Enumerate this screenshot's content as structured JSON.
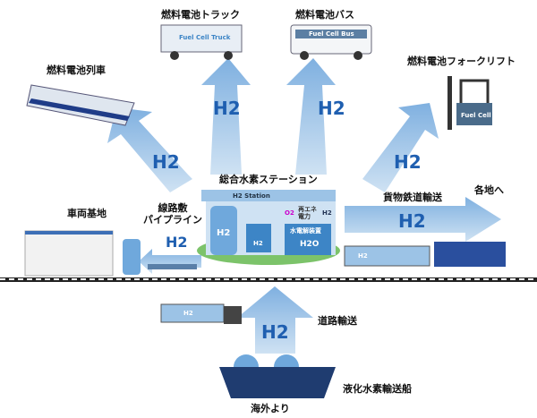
{
  "labels": {
    "train": "燃料電池列車",
    "truck": "燃料電池トラック",
    "bus": "燃料電池バス",
    "forklift": "燃料電池フォークリフト",
    "station": "総合水素ステーション",
    "depot": "車両基地",
    "pipeline": "線路敷\nパイプライン",
    "freight": "貨物鉄道輸送",
    "everywhere": "各地へ",
    "road": "道路輸送",
    "ship": "液化水素輸送船",
    "overseas": "海外より"
  },
  "h2": "H2",
  "station": {
    "sign": "H2 Station",
    "tank": "H2",
    "dispenser": "H2",
    "o2": "O2",
    "renewable": "再エネ電力",
    "h2_bubble": "H2",
    "electrolyzer": "水電解装置",
    "water": "H2O"
  },
  "vehicles": {
    "truck_text": "Fuel Cell Truck",
    "bus_text": "Fuel Cell Bus",
    "forklift_text": "Fuel Cell",
    "container": "H2"
  },
  "colors": {
    "arrow": "#9cc3e6",
    "h2_text": "#1f5fb0",
    "station": "#6fa8dc"
  }
}
